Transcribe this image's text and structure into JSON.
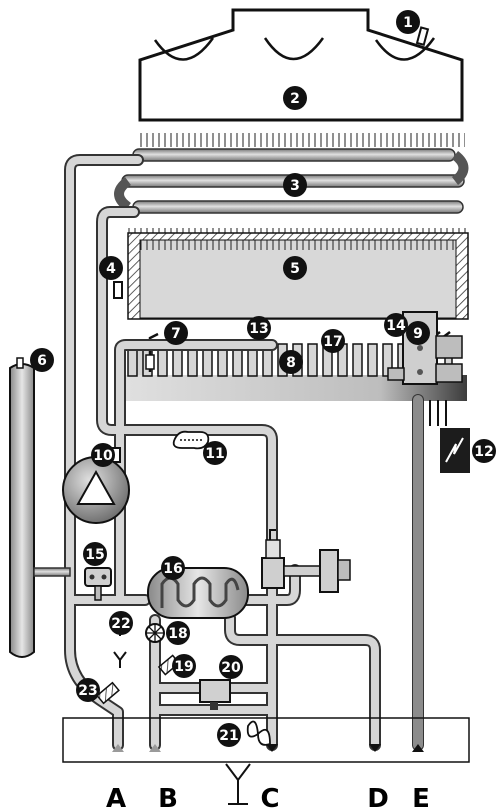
{
  "callouts": [
    {
      "id": "1"
    },
    {
      "id": "2"
    },
    {
      "id": "3"
    },
    {
      "id": "4"
    },
    {
      "id": "5"
    },
    {
      "id": "6"
    },
    {
      "id": "7"
    },
    {
      "id": "8"
    },
    {
      "id": "9"
    },
    {
      "id": "10"
    },
    {
      "id": "11"
    },
    {
      "id": "12"
    },
    {
      "id": "13"
    },
    {
      "id": "14"
    },
    {
      "id": "15"
    },
    {
      "id": "16"
    },
    {
      "id": "17"
    },
    {
      "id": "18"
    },
    {
      "id": "19"
    },
    {
      "id": "20"
    },
    {
      "id": "21"
    },
    {
      "id": "22"
    },
    {
      "id": "23"
    }
  ],
  "connections": [
    "A",
    "B",
    "C",
    "D",
    "E"
  ]
}
